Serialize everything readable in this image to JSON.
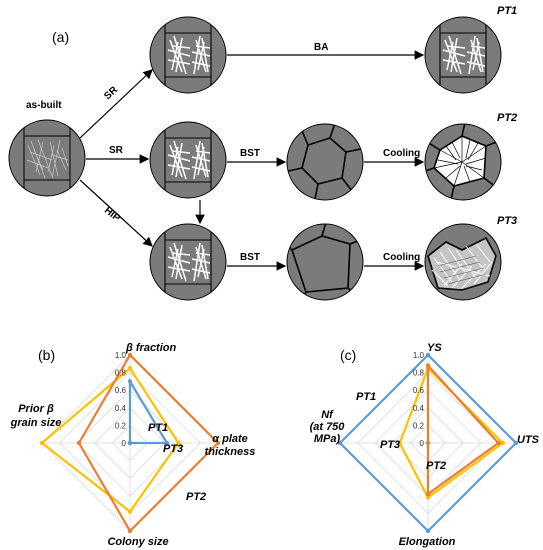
{
  "panel_labels": {
    "a": "(a)",
    "b": "(b)",
    "c": "(c)"
  },
  "flow": {
    "as_built": "as-built",
    "arrows": {
      "sr_top": "SR",
      "sr_mid": "SR",
      "hip": "HIP",
      "ba": "BA",
      "bst_mid": "BST",
      "bst_bot": "BST",
      "cool_mid": "Cooling",
      "cool_bot": "Cooling"
    },
    "outputs": {
      "pt1": "PT1",
      "pt2": "PT2",
      "pt3": "PT3"
    }
  },
  "colors": {
    "PT1": "#5b9bd5",
    "PT2": "#ed7d31",
    "PT3": "#ffc000",
    "disk": "#7b7b7b"
  },
  "chart_data": [
    {
      "type": "radar",
      "panel": "(b)",
      "axes": [
        "β fraction",
        "α plate thickness",
        "Colony size",
        "Prior β grain size"
      ],
      "axis_label_lines": [
        [
          "β fraction"
        ],
        [
          "α plate",
          "thickness"
        ],
        [
          "Colony size"
        ],
        [
          "Prior β",
          "grain size"
        ]
      ],
      "ticks": [
        "0",
        "0.2",
        "0.4",
        "0.6",
        "0.8",
        "1.0"
      ],
      "range": [
        0,
        1
      ],
      "grid": true,
      "series": [
        {
          "name": "PT1",
          "values": [
            0.7,
            0.42,
            0.0,
            0.0
          ]
        },
        {
          "name": "PT2",
          "values": [
            1.0,
            1.0,
            1.0,
            0.58
          ]
        },
        {
          "name": "PT3",
          "values": [
            0.85,
            0.55,
            0.78,
            1.0
          ]
        }
      ]
    },
    {
      "type": "radar",
      "panel": "(c)",
      "axes": [
        "YS",
        "UTS",
        "Elongation",
        "Nf (at 750 MPa)"
      ],
      "axis_label_lines": [
        [
          "YS"
        ],
        [
          "UTS"
        ],
        [
          "Elongation"
        ],
        [
          "Nf",
          "(at 750",
          "MPa)"
        ]
      ],
      "ticks": [
        "0",
        "0.2",
        "0.4",
        "0.6",
        "0.8",
        "1.0"
      ],
      "range": [
        0,
        1
      ],
      "grid": true,
      "series": [
        {
          "name": "PT1",
          "values": [
            1.0,
            1.0,
            1.0,
            1.0
          ]
        },
        {
          "name": "PT2",
          "values": [
            0.88,
            0.8,
            0.58,
            0.0
          ]
        },
        {
          "name": "PT3",
          "values": [
            0.85,
            0.85,
            0.62,
            0.32
          ]
        }
      ]
    }
  ]
}
